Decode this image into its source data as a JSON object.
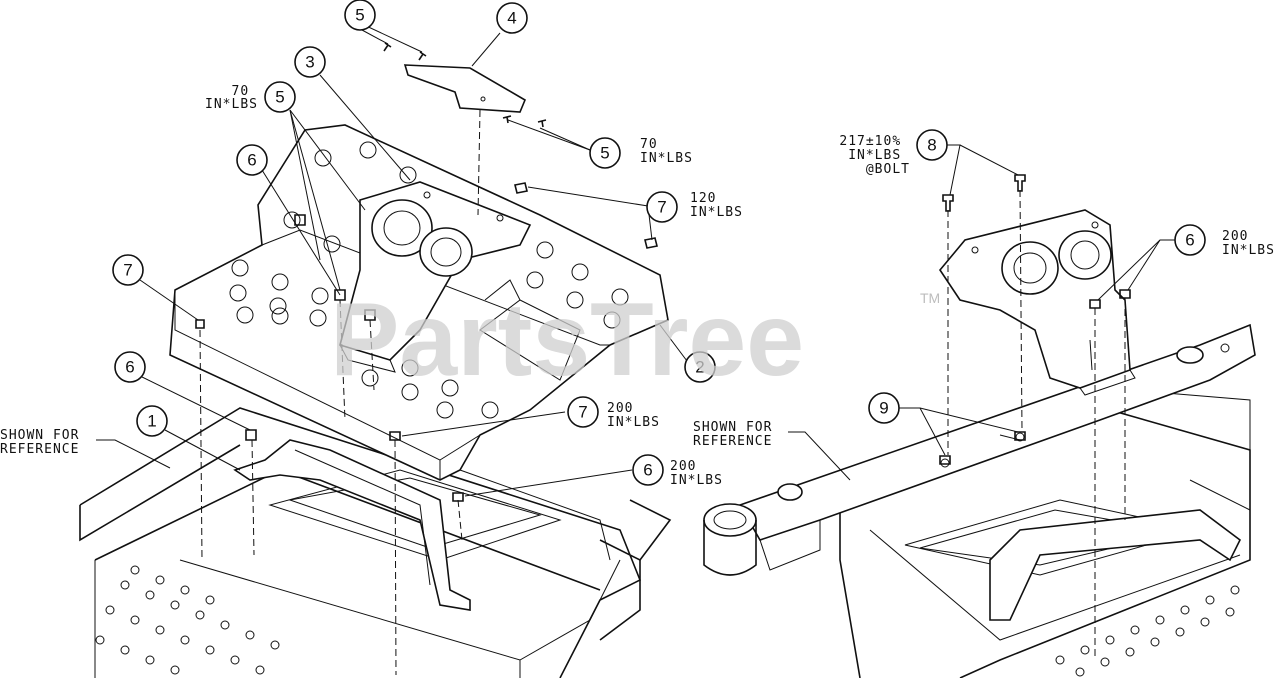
{
  "watermark": {
    "text": "PartsTree",
    "tm": "TM"
  },
  "callouts": [
    {
      "id": "c1",
      "number": "1"
    },
    {
      "id": "c2",
      "number": "2"
    },
    {
      "id": "c3",
      "number": "3"
    },
    {
      "id": "c4",
      "number": "4"
    },
    {
      "id": "c5a",
      "number": "5"
    },
    {
      "id": "c5b",
      "number": "5"
    },
    {
      "id": "c5c",
      "number": "5"
    },
    {
      "id": "c6a",
      "number": "6"
    },
    {
      "id": "c6b",
      "number": "6"
    },
    {
      "id": "c6c",
      "number": "6"
    },
    {
      "id": "c6d",
      "number": "6"
    },
    {
      "id": "c7a",
      "number": "7"
    },
    {
      "id": "c7b",
      "number": "7"
    },
    {
      "id": "c7c",
      "number": "7"
    },
    {
      "id": "c8",
      "number": "8"
    },
    {
      "id": "c9",
      "number": "9"
    }
  ],
  "torque_labels": {
    "t5a": [
      "70",
      "IN*LBS"
    ],
    "t5c": [
      "70",
      "IN*LBS"
    ],
    "t7b": [
      "120",
      "IN*LBS"
    ],
    "t7c": [
      "200",
      "IN*LBS"
    ],
    "t6c": [
      "200",
      "IN*LBS"
    ],
    "t6d": [
      "200",
      "IN*LBS"
    ],
    "t8": [
      "217±10%",
      "IN*LBS",
      "@BOLT"
    ]
  },
  "notes": {
    "left_reference": [
      "SHOWN FOR",
      "REFERENCE"
    ],
    "right_reference": [
      "SHOWN FOR",
      "REFERENCE"
    ]
  }
}
